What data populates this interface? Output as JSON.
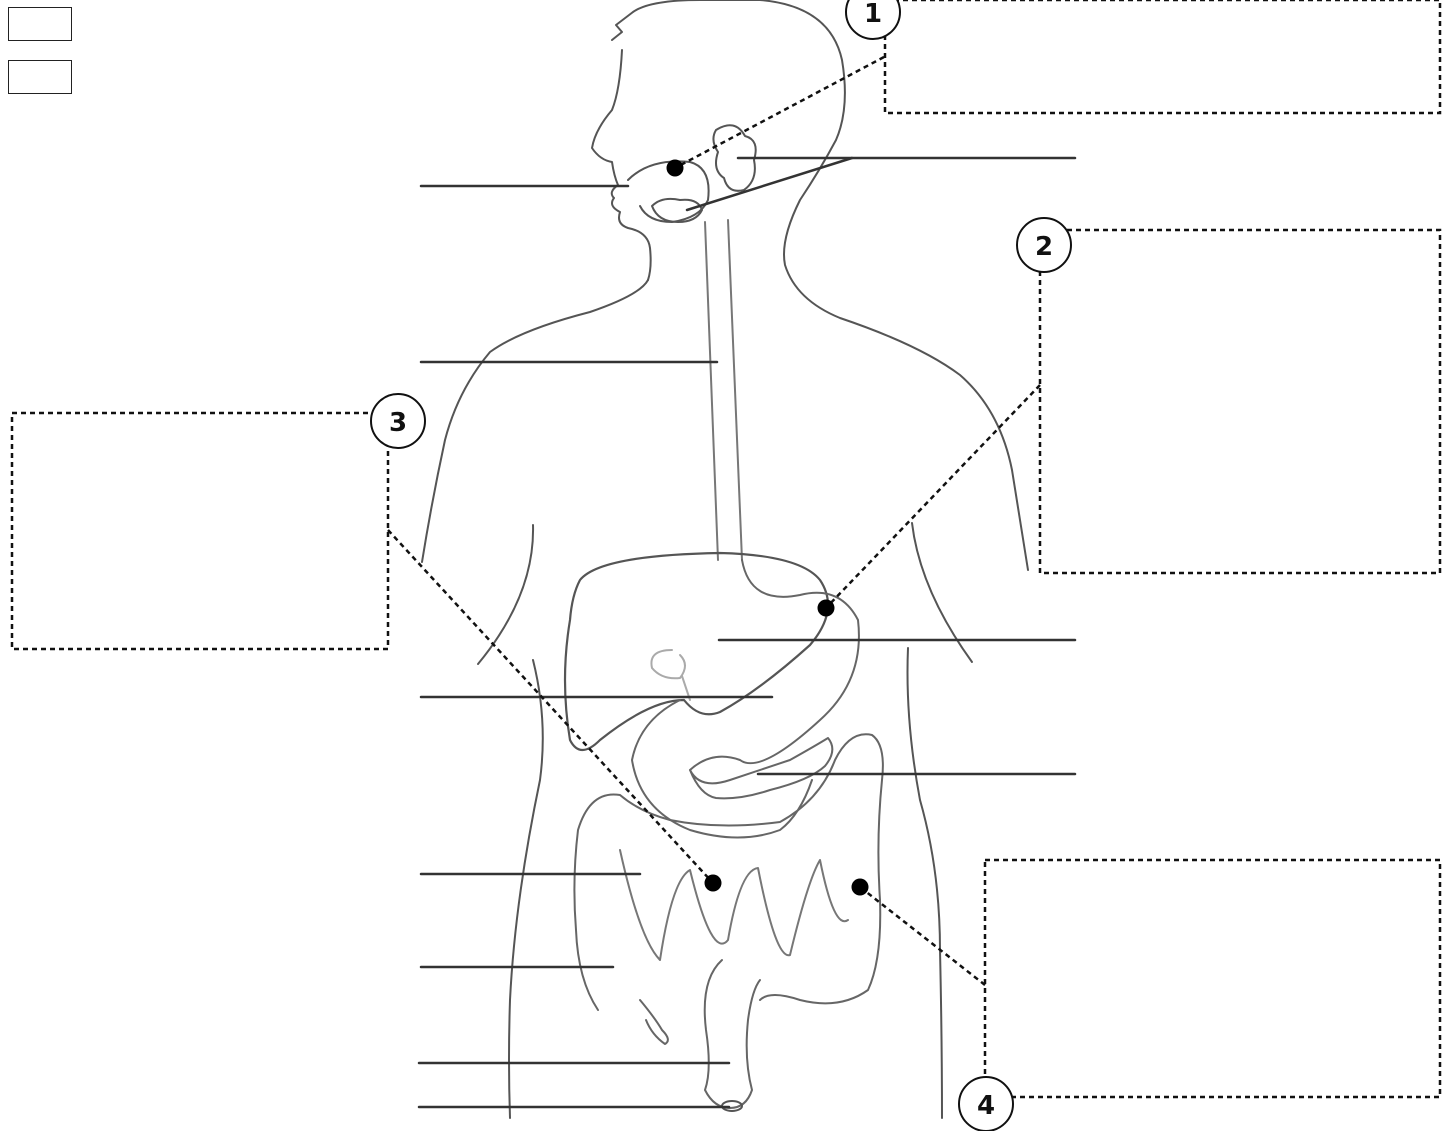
{
  "controls": {
    "box_1_label": "",
    "box_2_label": ""
  },
  "badges": [
    {
      "number": "1"
    },
    {
      "number": "2"
    },
    {
      "number": "3"
    },
    {
      "number": "4"
    }
  ],
  "answer_boxes": [
    {
      "text": ""
    },
    {
      "text": ""
    },
    {
      "text": ""
    },
    {
      "text": ""
    }
  ],
  "label_lines": {
    "left_count": 7,
    "right_count": 3
  },
  "colors": {
    "outline": "#555555",
    "organ_light": "#9a9a9a",
    "ink": "#111111"
  }
}
